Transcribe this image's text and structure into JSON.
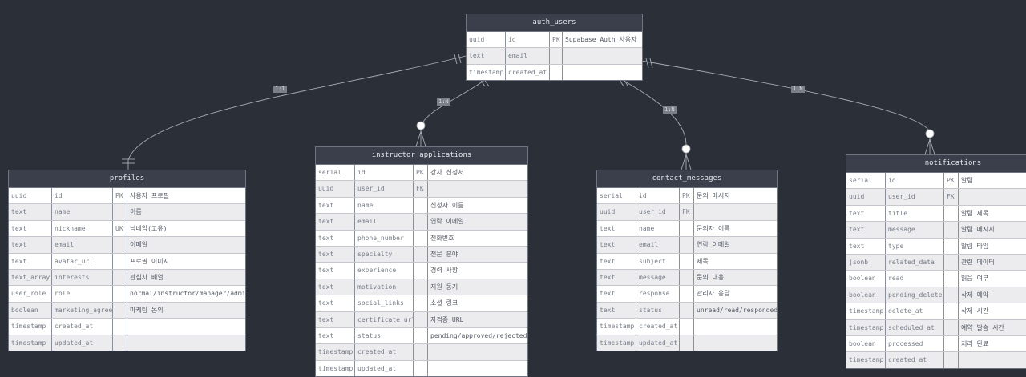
{
  "entities": [
    {
      "key": "auth_users",
      "name": "auth_users",
      "rows": [
        [
          "uuid",
          "id",
          "PK",
          "Supabase Auth 사용자"
        ],
        [
          "text",
          "email",
          "",
          ""
        ],
        [
          "timestamp",
          "created_at",
          "",
          ""
        ]
      ]
    },
    {
      "key": "profiles",
      "name": "profiles",
      "rows": [
        [
          "uuid",
          "id",
          "PK",
          "사용자 프로필"
        ],
        [
          "text",
          "name",
          "",
          "이름"
        ],
        [
          "text",
          "nickname",
          "UK",
          "닉네임(고유)"
        ],
        [
          "text",
          "email",
          "",
          "이메일"
        ],
        [
          "text",
          "avatar_url",
          "",
          "프로필 이미지"
        ],
        [
          "text_array",
          "interests",
          "",
          "관심사 배열"
        ],
        [
          "user_role",
          "role",
          "",
          "normal/instructor/manager/admin"
        ],
        [
          "boolean",
          "marketing_agree",
          "",
          "마케팅 동의"
        ],
        [
          "timestamp",
          "created_at",
          "",
          ""
        ],
        [
          "timestamp",
          "updated_at",
          "",
          ""
        ]
      ]
    },
    {
      "key": "instructor_applications",
      "name": "instructor_applications",
      "rows": [
        [
          "serial",
          "id",
          "PK",
          "강사 신청서"
        ],
        [
          "uuid",
          "user_id",
          "FK",
          ""
        ],
        [
          "text",
          "name",
          "",
          "신청자 이름"
        ],
        [
          "text",
          "email",
          "",
          "연락 이메일"
        ],
        [
          "text",
          "phone_number",
          "",
          "전화번호"
        ],
        [
          "text",
          "specialty",
          "",
          "전문 분야"
        ],
        [
          "text",
          "experience",
          "",
          "경력 사항"
        ],
        [
          "text",
          "motivation",
          "",
          "지원 동기"
        ],
        [
          "text",
          "social_links",
          "",
          "소셜 링크"
        ],
        [
          "text",
          "certificate_url",
          "",
          "자격증 URL"
        ],
        [
          "text",
          "status",
          "",
          "pending/approved/rejected"
        ],
        [
          "timestamp",
          "created_at",
          "",
          ""
        ],
        [
          "timestamp",
          "updated_at",
          "",
          ""
        ]
      ]
    },
    {
      "key": "contact_messages",
      "name": "contact_messages",
      "rows": [
        [
          "serial",
          "id",
          "PK",
          "문의 메시지"
        ],
        [
          "uuid",
          "user_id",
          "FK",
          ""
        ],
        [
          "text",
          "name",
          "",
          "문의자 이름"
        ],
        [
          "text",
          "email",
          "",
          "연락 이메일"
        ],
        [
          "text",
          "subject",
          "",
          "제목"
        ],
        [
          "text",
          "message",
          "",
          "문의 내용"
        ],
        [
          "text",
          "response",
          "",
          "관리자 응답"
        ],
        [
          "text",
          "status",
          "",
          "unread/read/responded"
        ],
        [
          "timestamp",
          "created_at",
          "",
          ""
        ],
        [
          "timestamp",
          "updated_at",
          "",
          ""
        ]
      ]
    },
    {
      "key": "notifications",
      "name": "notifications",
      "rows": [
        [
          "serial",
          "id",
          "PK",
          "알림"
        ],
        [
          "uuid",
          "user_id",
          "FK",
          ""
        ],
        [
          "text",
          "title",
          "",
          "알림 제목"
        ],
        [
          "text",
          "message",
          "",
          "알림 메시지"
        ],
        [
          "text",
          "type",
          "",
          "알림 타입"
        ],
        [
          "jsonb",
          "related_data",
          "",
          "관련 데이터"
        ],
        [
          "boolean",
          "read",
          "",
          "읽음 여부"
        ],
        [
          "boolean",
          "pending_delete",
          "",
          "삭제 예약"
        ],
        [
          "timestamp",
          "delete_at",
          "",
          "삭제 시간"
        ],
        [
          "timestamp",
          "scheduled_at",
          "",
          "예약 발송 시간"
        ],
        [
          "boolean",
          "processed",
          "",
          "처리 완료"
        ],
        [
          "timestamp",
          "created_at",
          "",
          ""
        ]
      ]
    }
  ],
  "relationships": [
    {
      "from": "auth_users",
      "to": "profiles",
      "label": "1:1",
      "cardinality": "one-to-one"
    },
    {
      "from": "auth_users",
      "to": "instructor_applications",
      "label": "1:N",
      "cardinality": "one-to-many"
    },
    {
      "from": "auth_users",
      "to": "contact_messages",
      "label": "1:N",
      "cardinality": "one-to-many"
    },
    {
      "from": "auth_users",
      "to": "notifications",
      "label": "1:N",
      "cardinality": "one-to-many"
    }
  ],
  "colors": {
    "background": "#2b2f38",
    "header": "#3a3f4b",
    "line": "#a7abb3",
    "label_bg": "#7a7f89"
  }
}
